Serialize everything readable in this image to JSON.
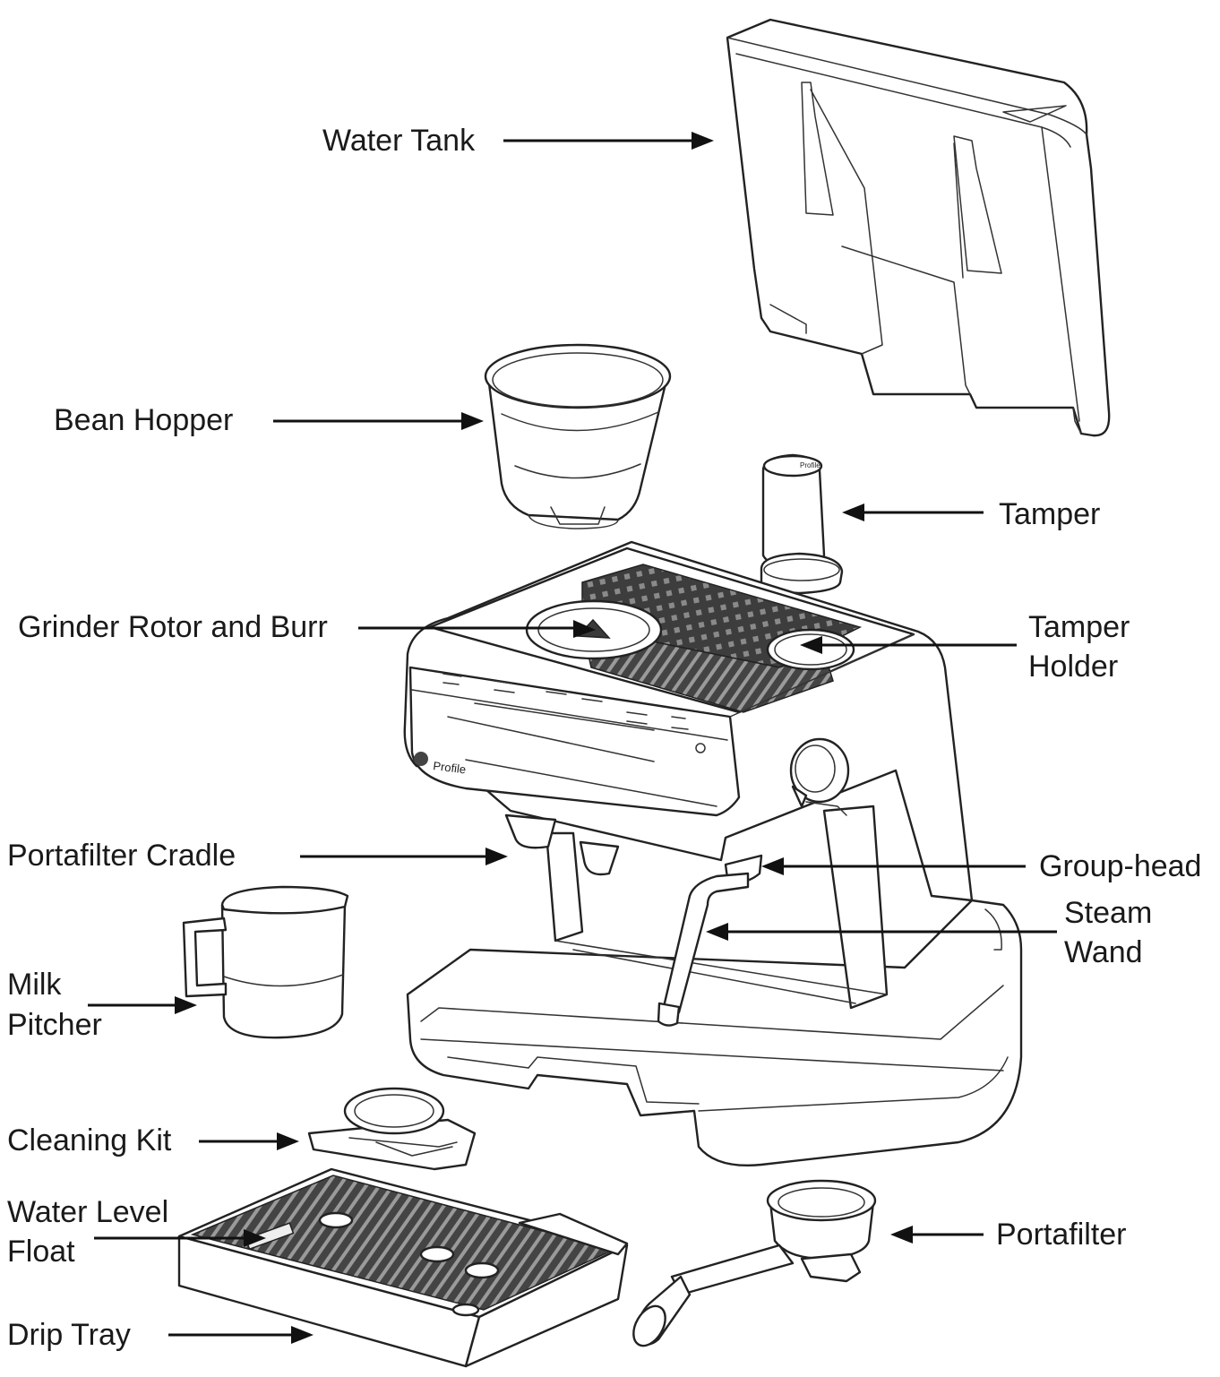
{
  "labels": {
    "water_tank": "Water Tank",
    "bean_hopper": "Bean Hopper",
    "tamper": "Tamper",
    "grinder": "Grinder Rotor and Burr",
    "tamper_holder_1": "Tamper",
    "tamper_holder_2": "Holder",
    "portafilter_cradle": "Portafilter Cradle",
    "group_head": "Group-head",
    "steam_wand_1": "Steam",
    "steam_wand_2": "Wand",
    "milk_pitcher_1": "Milk",
    "milk_pitcher_2": "Pitcher",
    "cleaning_kit": "Cleaning Kit",
    "water_level_float_1": "Water Level",
    "water_level_float_2": "Float",
    "portafilter": "Portafilter",
    "drip_tray": "Drip Tray"
  },
  "brand_logo": "Profile",
  "colors": {
    "line": "#222222",
    "text": "#1a1a1a",
    "background": "#ffffff"
  }
}
